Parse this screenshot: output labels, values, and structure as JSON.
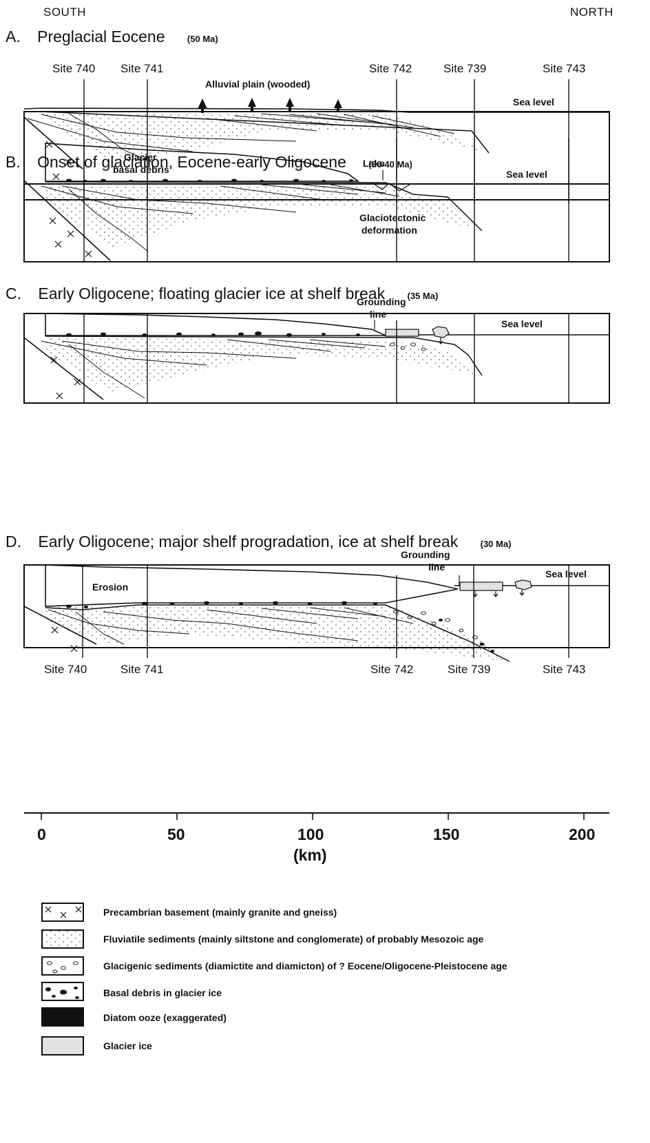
{
  "header": {
    "south": "SOUTH",
    "north": "NORTH"
  },
  "panels": [
    {
      "letter": "A.",
      "title": "Preglacial Eocene",
      "age": "(50 Ma)",
      "labels": {
        "alluvial": "Alluvial plain (wooded)",
        "sea_level": "Sea level"
      },
      "sites": [
        "Site 740",
        "Site 741",
        "Site 742",
        "Site 739",
        "Site 743"
      ]
    },
    {
      "letter": "B.",
      "title": "Onset of glaciation, Eocene-early Oligocene",
      "age": "(36-40 Ma)",
      "labels": {
        "glacier_1": "Glacier",
        "glacier_2": "basal debris",
        "lake": "Lake",
        "deform_1": "Glaciotectonic",
        "deform_2": "deformation",
        "sea_level": "Sea level"
      }
    },
    {
      "letter": "C.",
      "title": "Early Oligocene; floating glacier ice at shelf break",
      "age": "(35 Ma)",
      "labels": {
        "grounding_1": "Grounding",
        "grounding_2": "line",
        "sea_level": "Sea level"
      }
    },
    {
      "letter": "D.",
      "title": "Early Oligocene; major shelf progradation, ice at shelf break",
      "age": "(30 Ma)",
      "labels": {
        "grounding_1": "Grounding",
        "grounding_2": "line",
        "erosion": "Erosion",
        "sea_level": "Sea level"
      },
      "sites": [
        "Site 740",
        "Site 741",
        "Site 742",
        "Site 739",
        "Site 743"
      ]
    }
  ],
  "axis": {
    "ticks": [
      "0",
      "50",
      "100",
      "150",
      "200"
    ],
    "unit": "(km)"
  },
  "legend": [
    {
      "pattern": "basement",
      "text": "Precambrian basement  (mainly granite and gneiss)"
    },
    {
      "pattern": "fluviatile",
      "text": "Fluviatile sediments (mainly siltstone and conglomerate) of probably Mesozoic age"
    },
    {
      "pattern": "glacigenic",
      "text": "Glacigenic sediments (diamictite and diamicton) of ? Eocene/Oligocene-Pleistocene age"
    },
    {
      "pattern": "basal-debris",
      "text": "Basal debris in glacier ice"
    },
    {
      "pattern": "diatom",
      "text": "Diatom ooze (exaggerated)"
    },
    {
      "pattern": "glacier-ice",
      "text": "Glacier ice"
    }
  ]
}
